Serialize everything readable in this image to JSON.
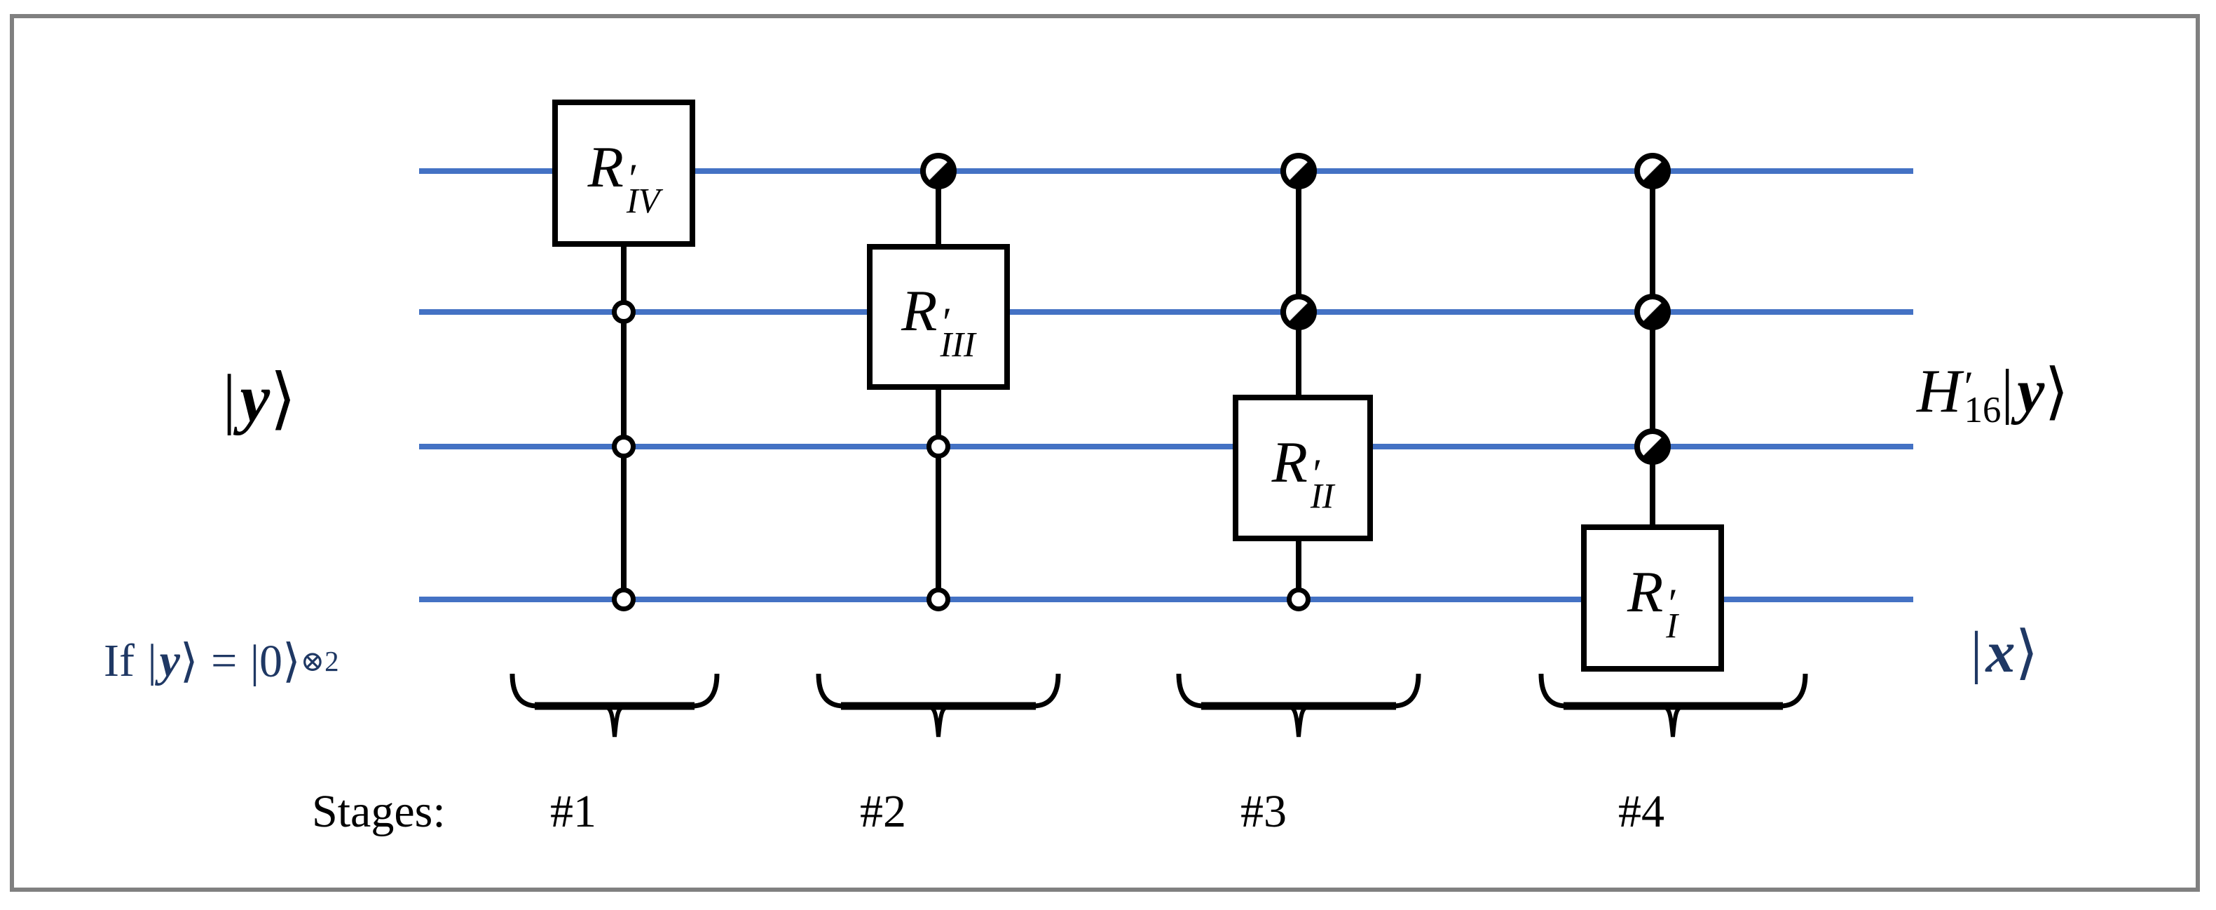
{
  "left_state_label": {
    "bar": "|",
    "var": "y",
    "ket": "⟩"
  },
  "right_state_label": {
    "base": "H",
    "prime": "′",
    "sub": "16",
    "bar": "|",
    "var": "y",
    "ket": "⟩"
  },
  "condition_label": {
    "if": "If",
    "bar": "|",
    "var": "y",
    "ket": "⟩",
    "equals": "=",
    "zero_ket": "|0⟩",
    "sup": "⊗2"
  },
  "bottom_right_state_label": {
    "bar": "|",
    "var": "x",
    "ket": "⟩"
  },
  "gates": [
    {
      "base": "R",
      "prime": "′",
      "sub": "IV"
    },
    {
      "base": "R",
      "prime": "′",
      "sub": "III"
    },
    {
      "base": "R",
      "prime": "′",
      "sub": "II"
    },
    {
      "base": "R",
      "prime": "′",
      "sub": "I"
    }
  ],
  "stages": {
    "label": "Stages:",
    "numbers": [
      "#1",
      "#2",
      "#3",
      "#4"
    ]
  },
  "circuit": {
    "wire_count": 4,
    "stages": [
      {
        "gate": "R′_IV",
        "target_wire": 1,
        "controls": [
          {
            "wire": 2,
            "type": "open"
          },
          {
            "wire": 3,
            "type": "open"
          },
          {
            "wire": 4,
            "type": "open"
          }
        ]
      },
      {
        "gate": "R′_III",
        "target_wire": 2,
        "controls": [
          {
            "wire": 1,
            "type": "half-filled"
          },
          {
            "wire": 3,
            "type": "open"
          },
          {
            "wire": 4,
            "type": "open"
          }
        ]
      },
      {
        "gate": "R′_II",
        "target_wire": 3,
        "controls": [
          {
            "wire": 1,
            "type": "half-filled"
          },
          {
            "wire": 2,
            "type": "half-filled"
          },
          {
            "wire": 4,
            "type": "open"
          }
        ]
      },
      {
        "gate": "R′_I",
        "target_wire": 4,
        "controls": [
          {
            "wire": 1,
            "type": "half-filled"
          },
          {
            "wire": 2,
            "type": "half-filled"
          },
          {
            "wire": 3,
            "type": "half-filled"
          }
        ]
      }
    ]
  },
  "colors": {
    "wire_blue": "#4472C4",
    "navy_text": "#1F3864",
    "line_black": "#000000",
    "frame_gray": "#808080"
  }
}
